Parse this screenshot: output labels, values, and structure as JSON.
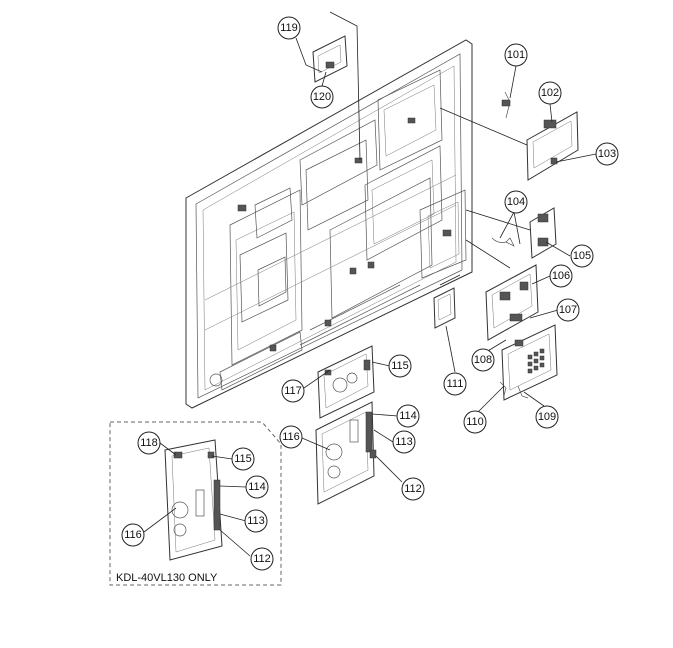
{
  "callouts": [
    {
      "id": "c119",
      "label": "119"
    },
    {
      "id": "c120",
      "label": "120"
    },
    {
      "id": "c101",
      "label": "101"
    },
    {
      "id": "c102",
      "label": "102"
    },
    {
      "id": "c103",
      "label": "103"
    },
    {
      "id": "c104",
      "label": "104"
    },
    {
      "id": "c105",
      "label": "105"
    },
    {
      "id": "c106",
      "label": "106"
    },
    {
      "id": "c107",
      "label": "107"
    },
    {
      "id": "c108",
      "label": "108"
    },
    {
      "id": "c109",
      "label": "109"
    },
    {
      "id": "c110",
      "label": "110"
    },
    {
      "id": "c111",
      "label": "111"
    },
    {
      "id": "c115a",
      "label": "115"
    },
    {
      "id": "c117",
      "label": "117"
    },
    {
      "id": "c114a",
      "label": "114"
    },
    {
      "id": "c116a",
      "label": "116"
    },
    {
      "id": "c113a",
      "label": "113"
    },
    {
      "id": "c112a",
      "label": "112"
    },
    {
      "id": "c118",
      "label": "118"
    },
    {
      "id": "c115b",
      "label": "115"
    },
    {
      "id": "c114b",
      "label": "114"
    },
    {
      "id": "c116b",
      "label": "116"
    },
    {
      "id": "c113b",
      "label": "113"
    },
    {
      "id": "c112b",
      "label": "112"
    }
  ],
  "inset": {
    "note": "KDL-40VL130 ONLY"
  }
}
